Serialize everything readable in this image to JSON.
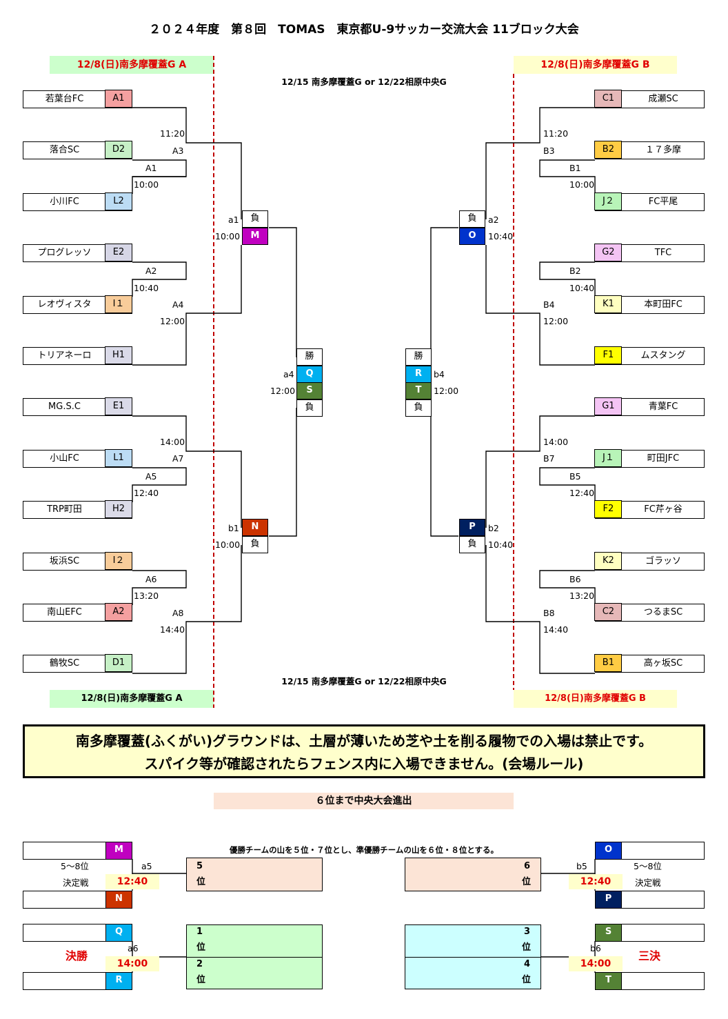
{
  "title": "２０２４年度　第８回　TOMAS　東京都U-9サッカー交流大会  11ブロック大会",
  "venue_a": "12/8(日)南多摩覆蓋G A",
  "venue_b": "12/8(日)南多摩覆蓋G B",
  "semi_venue": "12/15 南多摩覆蓋G or 12/22相原中央G",
  "left_teams": [
    {
      "name": "若葉台FC",
      "code": "A1",
      "color": "#f4a0a0"
    },
    {
      "name": "落合SC",
      "code": "D2",
      "color": "#c6f0c6"
    },
    {
      "name": "小川FC",
      "code": "L2",
      "color": "#bcdcf4"
    },
    {
      "name": "プログレッソ",
      "code": "E2",
      "color": "#d6d6e6"
    },
    {
      "name": "レオヴィスタ",
      "code": "I１",
      "color": "#f8cc9a"
    },
    {
      "name": "トリアネーロ",
      "code": "H1",
      "color": "#dadae8"
    },
    {
      "name": "MG.S.C",
      "code": "E1",
      "color": "#dadae8"
    },
    {
      "name": "小山FC",
      "code": "L1",
      "color": "#bcdcf4"
    },
    {
      "name": "TRP町田",
      "code": "H2",
      "color": "#dadae8"
    },
    {
      "name": "坂浜SC",
      "code": "I２",
      "color": "#f8cc9a"
    },
    {
      "name": "南山EFC",
      "code": "A2",
      "color": "#f4a0a0"
    },
    {
      "name": "鶴牧SC",
      "code": "D1",
      "color": "#c6f0c6"
    }
  ],
  "right_teams": [
    {
      "name": "成瀬SC",
      "code": "C1",
      "color": "#e6b8b8"
    },
    {
      "name": "１７多摩",
      "code": "B2",
      "color": "#ffcc44"
    },
    {
      "name": "FC平尾",
      "code": "J２",
      "color": "#b8f4b8"
    },
    {
      "name": "TFC",
      "code": "G2",
      "color": "#f4c4f4"
    },
    {
      "name": "本町田FC",
      "code": "K1",
      "color": "#ffffc0"
    },
    {
      "name": "ムスタング",
      "code": "F1",
      "color": "#ffff00"
    },
    {
      "name": "青葉FC",
      "code": "G1",
      "color": "#f4c4f4"
    },
    {
      "name": "町田JFC",
      "code": "J１",
      "color": "#b8f4b8"
    },
    {
      "name": "FC芹ヶ谷",
      "code": "F2",
      "color": "#ffff00"
    },
    {
      "name": "ゴラッソ",
      "code": "K2",
      "color": "#ffffc0"
    },
    {
      "name": "つるまSC",
      "code": "C2",
      "color": "#e6b8b8"
    },
    {
      "name": "高ヶ坂SC",
      "code": "B1",
      "color": "#ffcc44"
    }
  ],
  "left_labels": {
    "a3_time": "11:20",
    "a3": "A3",
    "a1": "A1",
    "a1_time": "10:00",
    "a2": "A2",
    "a2_time": "10:40",
    "a4": "A4",
    "a4_time": "12:00",
    "a7_time": "14:00",
    "a7": "A7",
    "a5": "A5",
    "a5_time": "12:40",
    "a6": "A6",
    "a6_time": "13:20",
    "a8": "A8",
    "a8_time": "14:40",
    "m_code": "a1",
    "m_time": "10:00",
    "n_code": "b1",
    "n_time": "10:00",
    "qs_code": "a4",
    "qs_time": "12:00"
  },
  "right_labels": {
    "b3_time": "11:20",
    "b3": "B3",
    "b1": "B1",
    "b1_time": "10:00",
    "b2": "B2",
    "b2_time": "10:40",
    "b4": "B4",
    "b4_time": "12:00",
    "b7_time": "14:00",
    "b7": "B7",
    "b5": "B5",
    "b5_time": "12:40",
    "b6": "B6",
    "b6_time": "13:20",
    "b8": "B8",
    "b8_time": "14:40",
    "o_code": "a2",
    "o_time": "10:40",
    "p_code": "b2",
    "p_time": "10:40",
    "rt_code": "b4",
    "rt_time": "12:00"
  },
  "cells": {
    "lose": "負",
    "win": "勝",
    "M": {
      "label": "M",
      "color": "#c000c0"
    },
    "N": {
      "label": "N",
      "color": "#cc3300"
    },
    "O": {
      "label": "O",
      "color": "#0033cc"
    },
    "P": {
      "label": "P",
      "color": "#002060"
    },
    "Q": {
      "label": "Q",
      "color": "#00b0f0"
    },
    "R": {
      "label": "R",
      "color": "#00b0f0"
    },
    "S": {
      "label": "S",
      "color": "#548235"
    },
    "T": {
      "label": "T",
      "color": "#548235"
    }
  },
  "notice_line1": "南多摩覆蓋(ふくがい)グラウンドは、土層が薄いため芝や土を削る履物での入場は禁止です。",
  "notice_line2": "スパイク等が確認されたらフェンス内に入場できません。(会場ルール)",
  "advance_text": "６位まで中央大会進出",
  "placement_note": "優勝チームの山を５位・７位とし、準優勝チームの山を６位・８位とする。",
  "placement": {
    "left_58": "5～8位",
    "left_58_b": "決定戦",
    "a5": "a5",
    "a5_time": "12:40",
    "right_58": "5～8位",
    "right_58_b": "決定戦",
    "b5": "b5",
    "b5_time": "12:40",
    "a6": "a6",
    "a6_time": "14:00",
    "final_label": "決勝",
    "b6": "b6",
    "b6_time": "14:00",
    "third_label": "三決",
    "rank5_n": "5",
    "rank6_n": "6",
    "rank1_n": "1",
    "rank2_n": "2",
    "rank3_n": "3",
    "rank4_n": "4",
    "rank_suffix": "位"
  }
}
